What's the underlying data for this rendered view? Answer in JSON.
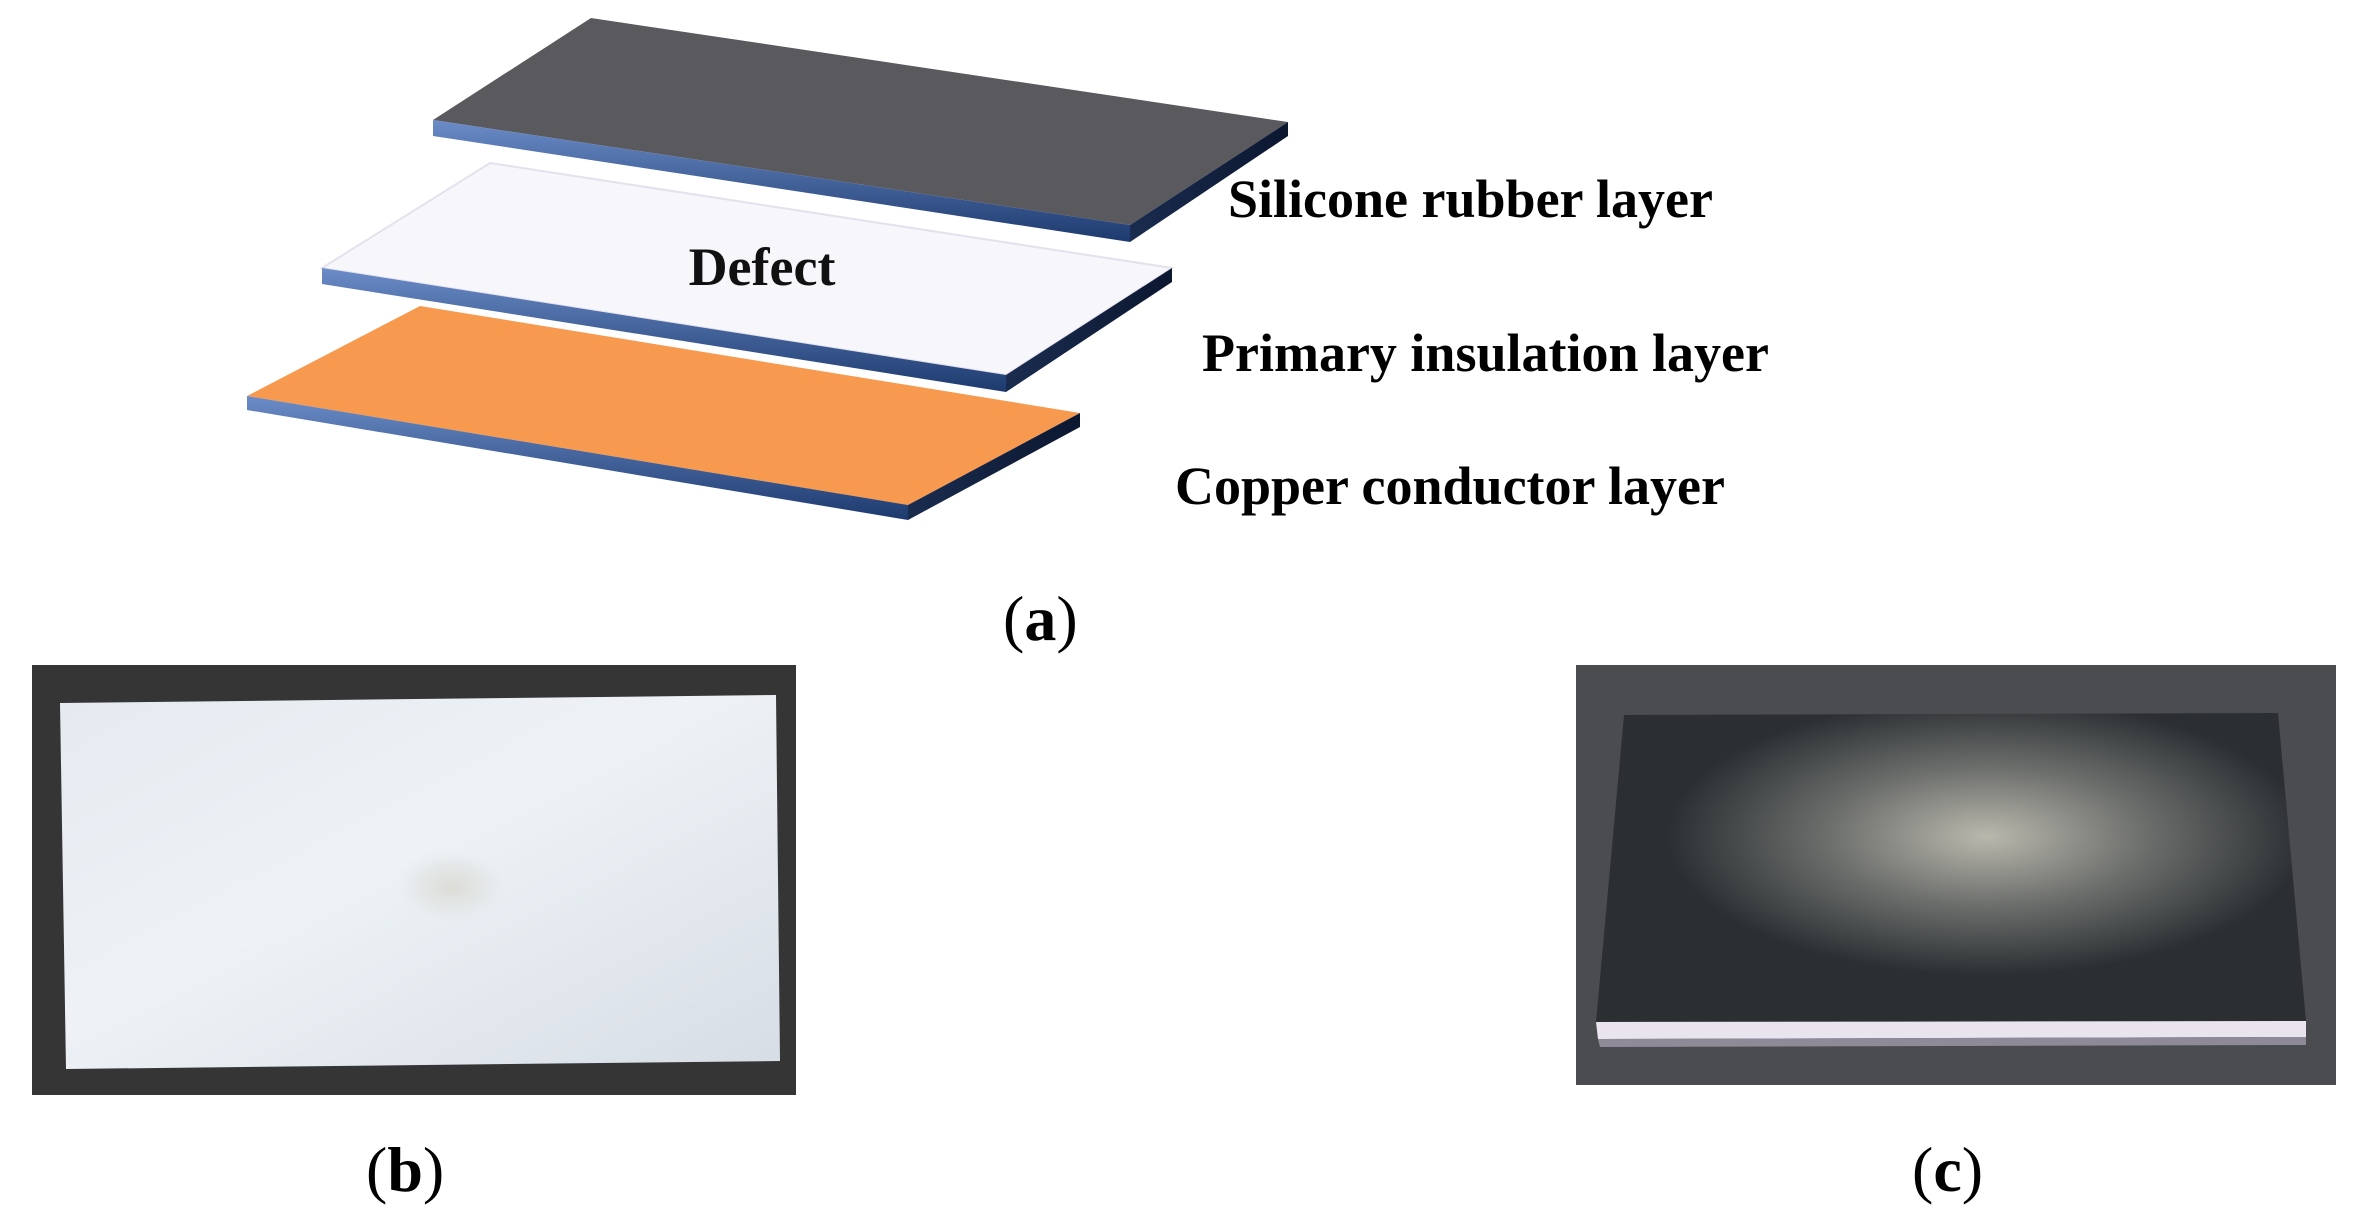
{
  "figure": {
    "defect_label": "Defect",
    "layers": [
      {
        "name": "Silicone rubber layer",
        "color": "#5a5a5e"
      },
      {
        "name": "Primary insulation layer",
        "color": "#f7f6fb"
      },
      {
        "name": "Copper conductor layer",
        "color": "#f7994e"
      }
    ],
    "edge_color": "#3e5f9a",
    "panels": {
      "a": {
        "open": "(",
        "letter": "a",
        "close": ")"
      },
      "b": {
        "open": "(",
        "letter": "b",
        "close": ")"
      },
      "c": {
        "open": "(",
        "letter": "c",
        "close": ")"
      }
    }
  }
}
